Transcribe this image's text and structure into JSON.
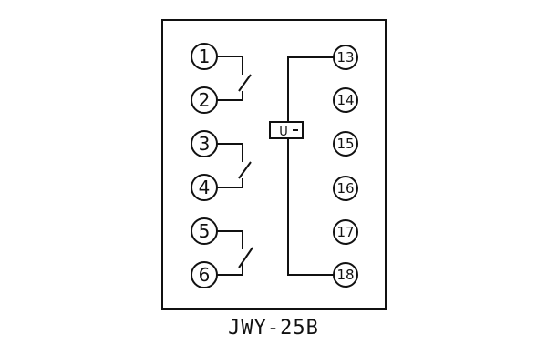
{
  "model_label": "JWY-25B",
  "colors": {
    "line": "#111111",
    "background": "#ffffff"
  },
  "coil_symbol": "U",
  "left_terminals": [
    {
      "id": "1",
      "label": "①"
    },
    {
      "id": "2",
      "label": "②"
    },
    {
      "id": "3",
      "label": "③"
    },
    {
      "id": "4",
      "label": "④"
    },
    {
      "id": "5",
      "label": "⑤"
    },
    {
      "id": "6",
      "label": "⑥"
    }
  ],
  "right_terminals": [
    {
      "id": "13",
      "label": "13"
    },
    {
      "id": "14",
      "label": "14"
    },
    {
      "id": "15",
      "label": "15"
    },
    {
      "id": "16",
      "label": "16"
    },
    {
      "id": "17",
      "label": "17"
    },
    {
      "id": "18",
      "label": "18"
    }
  ]
}
